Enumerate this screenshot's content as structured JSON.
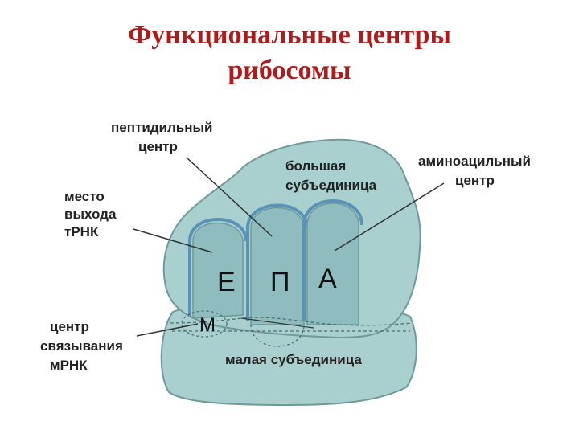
{
  "title": {
    "line1": "Функциональные центры",
    "line2": "рибосомы"
  },
  "colors": {
    "title": "#b01a1a",
    "subunit_fill": "#a9cfcf",
    "subunit_stroke": "#6e9a9b",
    "channel_highlight": "#5a93b8"
  },
  "labels": {
    "peptidyl_center": [
      "пептидильный",
      "центр"
    ],
    "large_subunit": [
      "большая",
      "субъединица"
    ],
    "aminoacyl_center": [
      "аминоацильный",
      "центр"
    ],
    "exit_site": [
      "место",
      "выхода",
      "тРНК"
    ],
    "mrna_binding_center": [
      "центр",
      "связывания",
      "мРНК"
    ],
    "small_subunit": "малая субъединица"
  },
  "sites": {
    "E": "Е",
    "P": "П",
    "A": "А",
    "M": "М"
  }
}
